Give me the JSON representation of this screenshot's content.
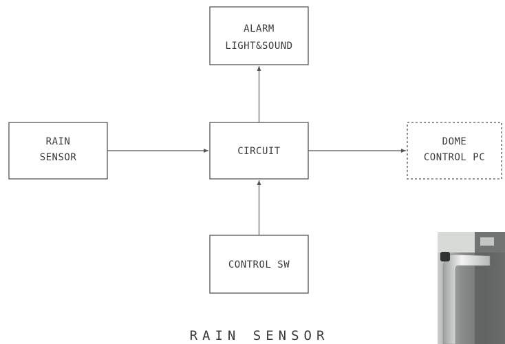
{
  "diagram": {
    "nodes": {
      "alarm": {
        "line1": "ALARM",
        "line2": "LIGHT&SOUND"
      },
      "rain": {
        "line1": "RAIN",
        "line2": "SENSOR"
      },
      "circuit": {
        "label": "CIRCUIT"
      },
      "dome": {
        "line1": "DOME",
        "line2": "CONTROL PC"
      },
      "control": {
        "label": "CONTROL SW"
      }
    },
    "edges": [
      {
        "from": "rain",
        "to": "circuit"
      },
      {
        "from": "circuit",
        "to": "alarm"
      },
      {
        "from": "circuit",
        "to": "dome"
      },
      {
        "from": "control",
        "to": "circuit"
      }
    ],
    "caption": "RAIN SENSOR"
  },
  "photo": {
    "subject": "rain-sensor-photo"
  }
}
